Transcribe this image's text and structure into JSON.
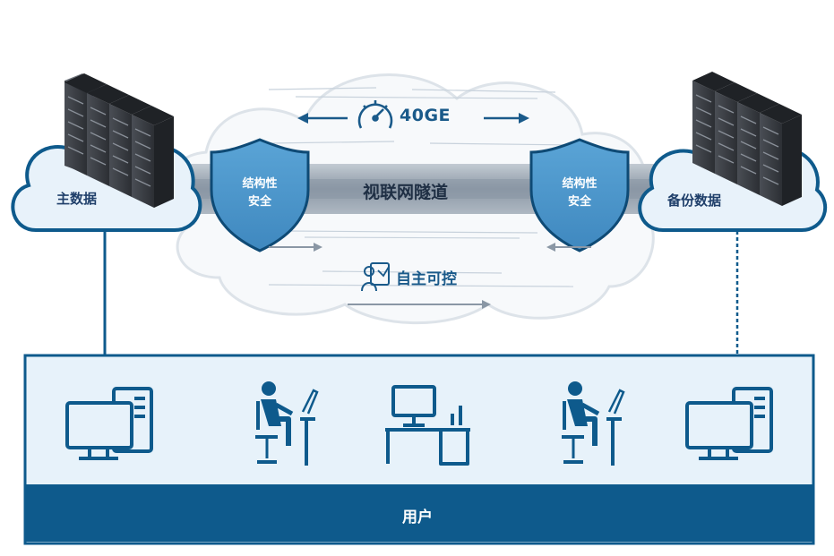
{
  "primary_data_label": "主数据",
  "backup_data_label": "备份数据",
  "tunnel_label": "视联网隧道",
  "speed_label": "40GE",
  "left_shield": {
    "line1": "结构性",
    "line2": "安全"
  },
  "right_shield": {
    "line1": "结构性",
    "line2": "安全"
  },
  "control_label": "自主可控",
  "users_label": "用户",
  "colors": {
    "primary_blue": "#0e5a8c",
    "light_blue_fill": "#e7f2fa",
    "shield_blue": "#4a96cc",
    "tunnel_gray": "#9aa6b2"
  },
  "icons": [
    "gauge-icon",
    "server-rack-icon",
    "shield-icon",
    "autonomy-icon",
    "desktop-computer-icon",
    "person-at-desk-icon",
    "workstation-desk-icon"
  ]
}
